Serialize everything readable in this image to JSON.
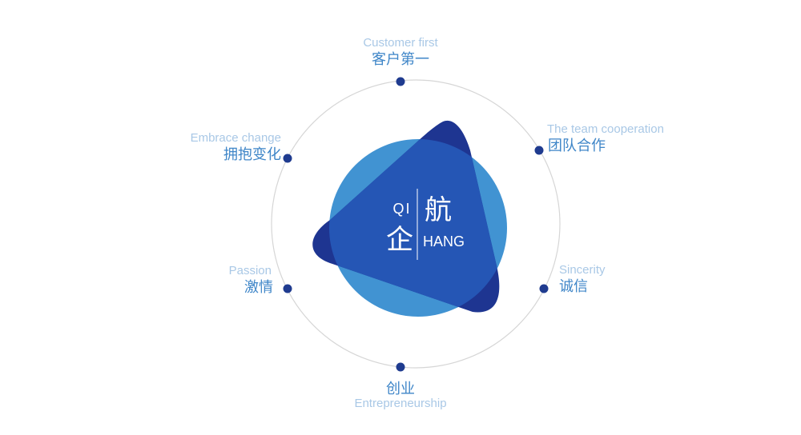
{
  "logo": {
    "latin_top": "QI",
    "hanzi_top": "航",
    "hanzi_bottom": "企",
    "latin_bottom": "HANG"
  },
  "values": [
    {
      "id": "customer-first",
      "en": "Customer first",
      "cn": "客户第一"
    },
    {
      "id": "team-cooperation",
      "en": "The team cooperation",
      "cn": "团队合作"
    },
    {
      "id": "sincerity",
      "en": "Sincerity",
      "cn": "诚信"
    },
    {
      "id": "entrepreneurship",
      "en": "Entrepreneurship",
      "cn": "创业"
    },
    {
      "id": "passion",
      "en": "Passion",
      "cn": "激情"
    },
    {
      "id": "embrace-change",
      "en": "Embrace change",
      "cn": "拥抱变化"
    }
  ],
  "colors": {
    "ring": "#d6d6d6",
    "dot": "#1f3b8f",
    "circle": "#4193d2",
    "triangle": "#1e3591",
    "overlap": "#2556b5",
    "label_en": "#a9c8e6",
    "label_cn": "#3f86c8",
    "logo_text": "#ffffff"
  }
}
